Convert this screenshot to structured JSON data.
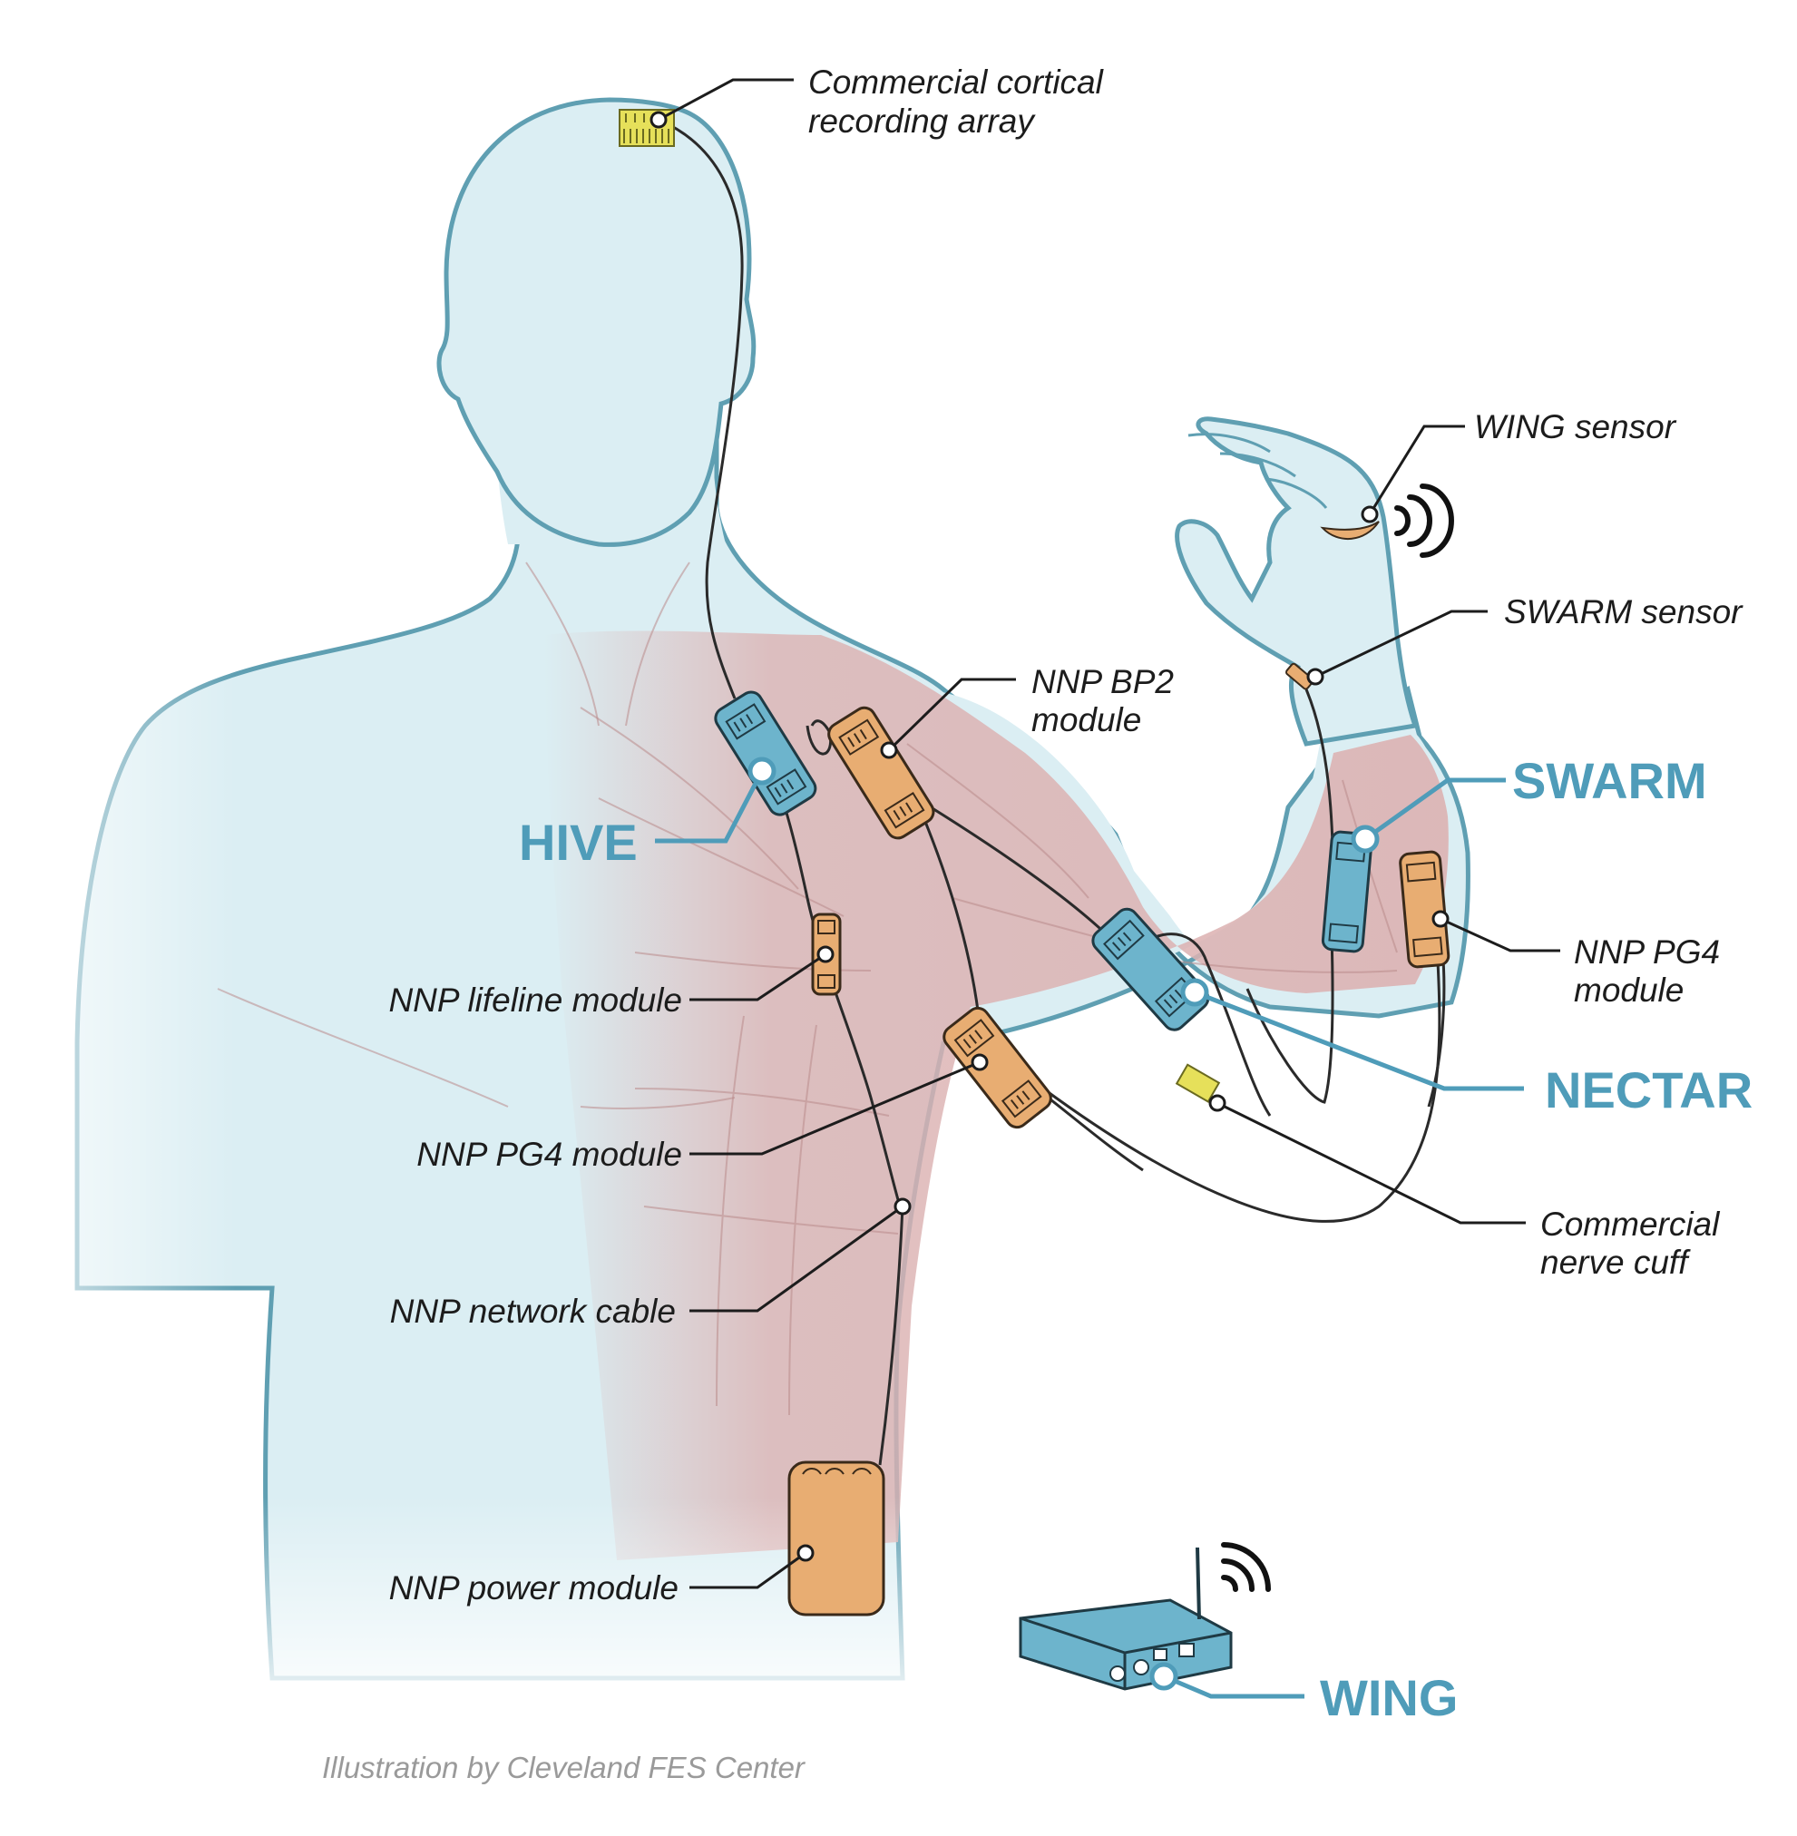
{
  "labels": {
    "cortical_array": [
      "Commercial cortical",
      "recording array"
    ],
    "wing_sensor": "WING sensor",
    "swarm_sensor": "SWARM sensor",
    "bp2": [
      "NNP BP2",
      "module"
    ],
    "swarm": "SWARM",
    "hive": "HIVE",
    "pg4_forearm": [
      "NNP PG4",
      "module"
    ],
    "lifeline": "NNP lifeline module",
    "nectar": "NECTAR",
    "pg4_chest": "NNP PG4 module",
    "nerve_cuff": [
      "Commercial",
      "nerve cuff"
    ],
    "network_cable": "NNP network cable",
    "power_module": "NNP power module",
    "wing": "WING"
  },
  "credit": "Illustration by Cleveland FES Center",
  "colors": {
    "accent": "#4f9cb9",
    "skin": "#dbeef3",
    "muscle": "#dcb2b2",
    "module_orange": "#e8ad72",
    "module_blue": "#6db4cc",
    "cortical_array": "#e6e05a"
  },
  "icons": [
    "wireless-signal-icon",
    "wireless-signal-icon"
  ]
}
